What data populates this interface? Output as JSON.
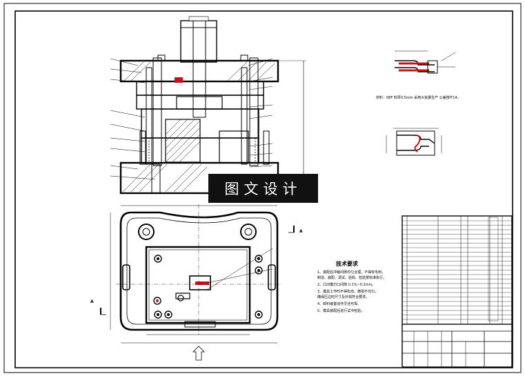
{
  "watermark": "图文设计",
  "section_marks": {
    "a": "A"
  },
  "tech_title": "技术要求",
  "tech_notes": [
    "1、装配后冲裁间隙均匀合理，不得有毛刺，",
    "    制造、装配、调试、验收、检验按标准执行。",
    "2、凸凹模刃口间隙  0.1%~0.2mm。",
    "3、模具工作时不得松动、磨损不均匀，",
    "    确保压边时尺寸及外观符合要求。",
    "4、卸料装置动作灵活可靠。",
    "5、模具装配后进行试冲检验。"
  ],
  "material_note": "材料：08F  料厚0.5mm  采用大批量生产  公差按IT14。",
  "colors": {
    "line": "#000000",
    "accent": "#d01010"
  }
}
